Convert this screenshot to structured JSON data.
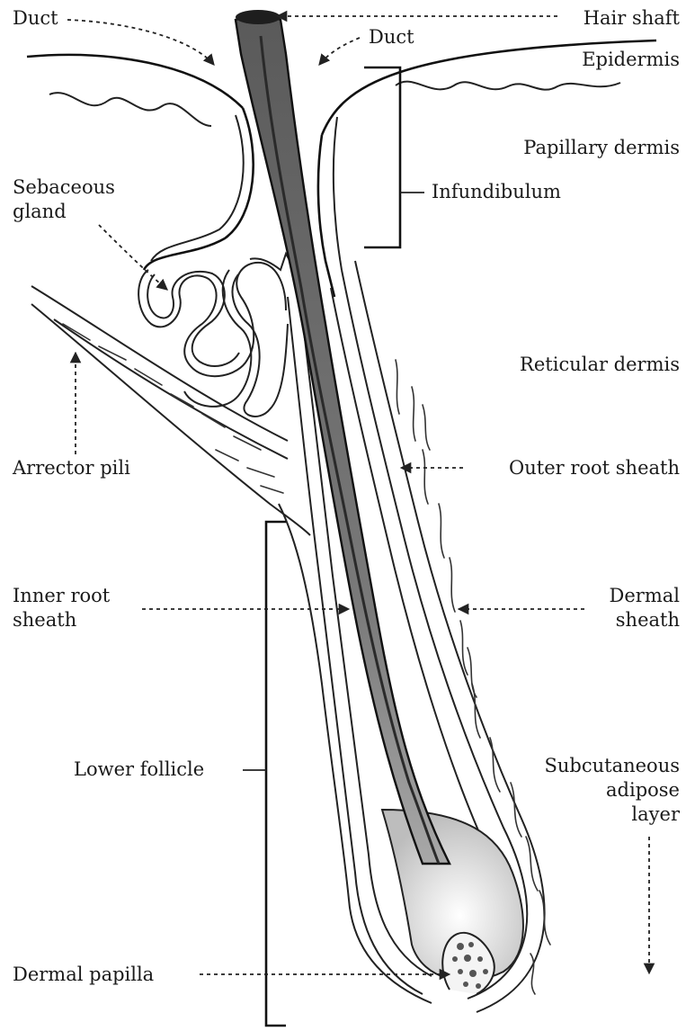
{
  "labels": {
    "duct_left": "Duct",
    "hair_shaft": "Hair shaft",
    "duct_right": "Duct",
    "epidermis": "Epidermis",
    "papillary_dermis": "Papillary dermis",
    "sebaceous_gland_line1": "Sebaceous",
    "sebaceous_gland_line2": "gland",
    "infundibulum": "Infundibulum",
    "reticular_dermis": "Reticular dermis",
    "arrector_pili": "Arrector pili",
    "outer_root_sheath": "Outer root sheath",
    "inner_root_sheath_line1": "Inner root",
    "inner_root_sheath_line2": "sheath",
    "dermal_sheath_line1": "Dermal",
    "dermal_sheath_line2": "sheath",
    "lower_follicle": "Lower follicle",
    "subcutaneous_line1": "Subcutaneous",
    "subcutaneous_line2": "adipose",
    "subcutaneous_line3": "layer",
    "dermal_papilla": "Dermal papilla"
  },
  "colors": {
    "hair_shaft_fill": "#5f5f5f",
    "hair_tip": "#1e1e1e",
    "line": "#222222",
    "background": "#ffffff"
  }
}
